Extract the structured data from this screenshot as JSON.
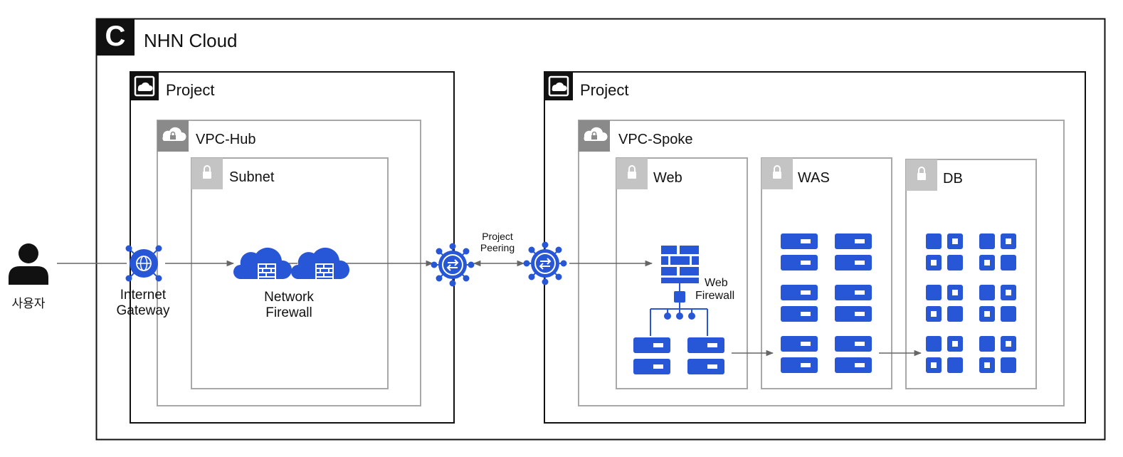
{
  "cloud": {
    "title": "NHN Cloud",
    "logo_letter": "C"
  },
  "user": {
    "label": "사용자"
  },
  "project_left": {
    "title": "Project",
    "vpc": {
      "title": "VPC-Hub"
    },
    "subnet": {
      "title": "Subnet"
    },
    "gateway": {
      "line1": "Internet",
      "line2": "Gateway"
    },
    "firewall": {
      "line1": "Network",
      "line2": "Firewall"
    }
  },
  "peering": {
    "line1": "Project",
    "line2": "Peering"
  },
  "project_right": {
    "title": "Project",
    "vpc": {
      "title": "VPC-Spoke"
    },
    "subnets": [
      {
        "title": "Web"
      },
      {
        "title": "WAS"
      },
      {
        "title": "DB"
      }
    ],
    "web_firewall": {
      "line1": "Web",
      "line2": "Firewall"
    }
  },
  "colors": {
    "accent": "#2756d6",
    "border_dark": "#111111",
    "border_gray": "#a8a8a8",
    "tag_gray": "#8a8a8a",
    "tag_light": "#c4c4c4",
    "line": "#666666"
  }
}
